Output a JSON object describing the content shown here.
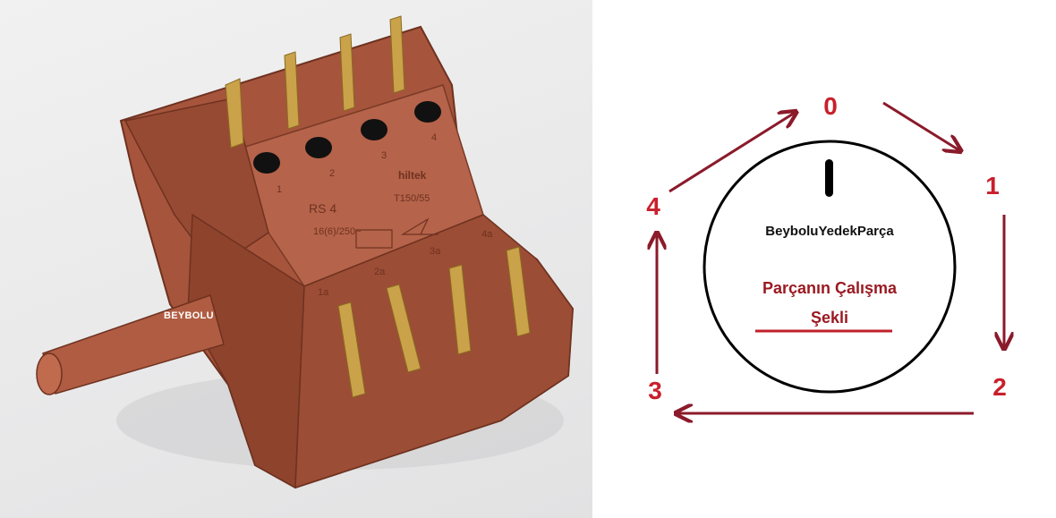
{
  "photo": {
    "watermark": "BEYBOLU",
    "case_text": "RS 4",
    "rating_text": "16(6)/250~",
    "brand_text": "hiltek",
    "temp_text": "T150/55",
    "top_terminal_labels": [
      "1",
      "2",
      "3",
      "4"
    ],
    "bottom_terminal_labels": [
      "1a",
      "2a",
      "3a",
      "4a"
    ],
    "colors": {
      "housing": "#a6553c",
      "housing_shadow": "#7a3a26",
      "terminal": "#c9a24a"
    }
  },
  "diagram": {
    "dial_brand": "BeyboluYedekParça",
    "title_line1": "Parçanın Çalışma",
    "title_line2": "Şekli",
    "positions": [
      "0",
      "1",
      "2",
      "3",
      "4"
    ],
    "colors": {
      "arrow": "#8b1a2a",
      "number": "#c8202c",
      "title": "#9a1a22",
      "underline": "#c0202c",
      "circle": "#000000"
    }
  }
}
